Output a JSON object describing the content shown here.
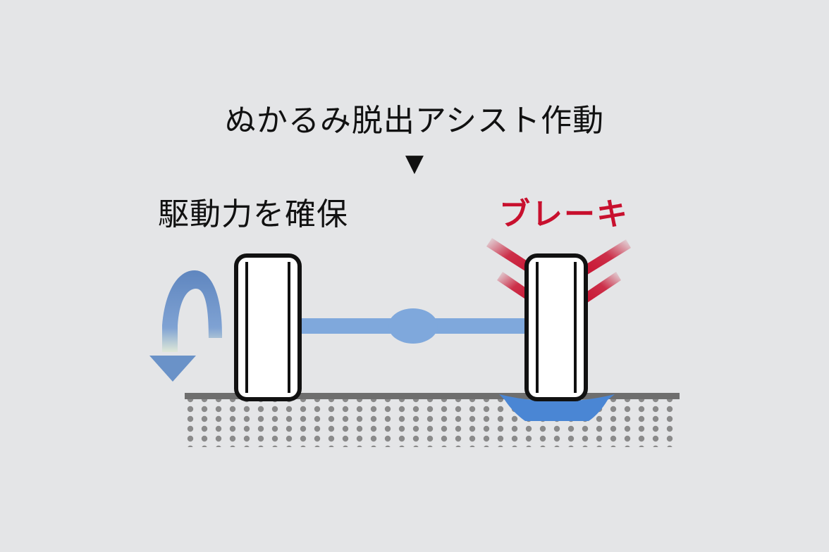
{
  "title": "ぬかるみ脱出アシスト作動",
  "pointer_symbol": "▼",
  "drive_label": "駆動力を確保",
  "brake_label": "ブレーキ",
  "colors": {
    "background": "#e4e5e7",
    "text": "#111111",
    "brake_text": "#c8102e",
    "axle": "#7fa8dc",
    "rotation_arrow": "#6a92c8",
    "mud": "#4a86d4",
    "ground_line": "#6e6e6e",
    "ground_dots": "#8a8a8a"
  }
}
